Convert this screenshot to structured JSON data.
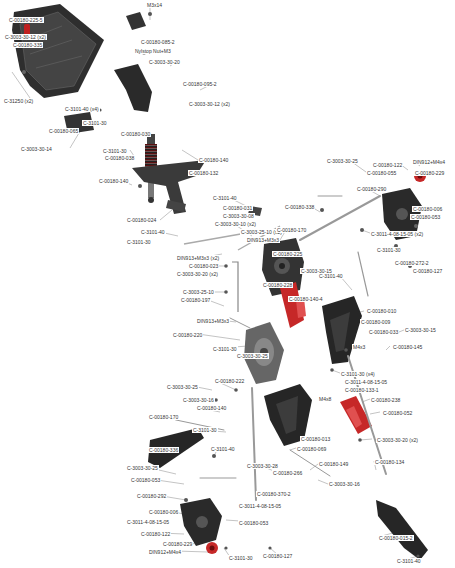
{
  "diagram": {
    "labels": [
      "C-00180-225-5",
      "C-3003-30-12 (x2)",
      "C-00180-335",
      "C-31250 (x2)",
      "C-3101-40 (x4)",
      "C-3101-30",
      "C-00180-065",
      "C-3003-30-14",
      "M3x14",
      "C-00180-085-2",
      "Nylstop Nut+M3",
      "C-3003-30-20",
      "C-00180-095-2",
      "C-3003-30-12 (x2)",
      "C-00180-030",
      "C-3101-30",
      "C-00180-038",
      "C-00180-140",
      "C-00180-132",
      "C-00180-140",
      "C-3101-40",
      "C-00180-031",
      "C-3003-30-08",
      "C-3003-30-10 (x2)",
      "C-00180-024",
      "C-3101-40",
      "C-3101-30",
      "C-3003-25-10 (x2)",
      "DIN913+M3x3",
      "C-00180-225",
      "C-00180-170",
      "DIN913+M3x3 (x2)",
      "C-00180-023",
      "C-3003-30-20 (x2)",
      "C-3003-25-10",
      "C-00180-197",
      "DIN913+M3x3",
      "C-00180-220",
      "C-3003-30-25",
      "C-00180-122",
      "DIN912+M4x4",
      "C-00180-229",
      "C-00180-055",
      "C-00180-290",
      "C-00180-338",
      "C-00180-006",
      "C-00180-053",
      "C-3011-4-08-15-05 (x2)",
      "C-3101-30",
      "C-3101-40",
      "C-00180-272-2",
      "C-00180-127",
      "C-3003-30-15",
      "C-00180-228",
      "C-00180-140-4",
      "C-00180-010",
      "C-00180-009",
      "C-3003-30-15",
      "C-00180-033",
      "C-00180-145",
      "M4x3",
      "C-3101-30 (x4)",
      "C-3011-4-08-15-05",
      "C-00180-133-1",
      "C-00180-238",
      "C-00180-052",
      "M4x8",
      "C-3003-30-20 (x2)",
      "C-00180-134",
      "C-00180-015-2",
      "C-3101-40",
      "C-3101-30",
      "C-3003-30-25",
      "C-00180-222",
      "C-3003-30-25",
      "C-3003-30-16",
      "C-00180-140",
      "C-3101-30",
      "C-00180-170",
      "C-00180-013",
      "C-00180-069",
      "C-3003-30-28",
      "C-00180-149",
      "C-00180-266",
      "C-3003-30-16",
      "C-00180-336",
      "C-3101-40",
      "C-3003-30-25",
      "C-00180-053",
      "C-00180-292",
      "C-00180-370-2",
      "C-3011-4-08-15-05",
      "C-00180-006",
      "C-00180-053",
      "C-3011-4-08-15-05",
      "C-00180-122",
      "C-00180-229",
      "DIN912+M4x4",
      "C-3101-30",
      "C-00180-127"
    ]
  }
}
